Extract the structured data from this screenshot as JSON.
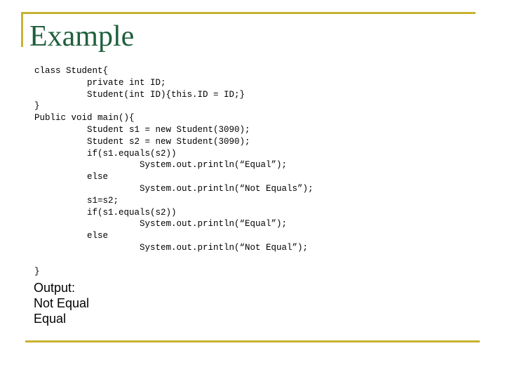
{
  "slide": {
    "title": "Example",
    "accent_color": "#c8b232",
    "title_color": "#1f5f3c",
    "code_lines": [
      "class Student{",
      "          private int ID;",
      "          Student(int ID){this.ID = ID;}",
      "}",
      "Public void main(){",
      "          Student s1 = new Student(3090);",
      "          Student s2 = new Student(3090);",
      "          if(s1.equals(s2))",
      "                    System.out.println(“Equal”);",
      "          else",
      "                    System.out.println(“Not Equals”);",
      "          s1=s2;",
      "          if(s1.equals(s2))",
      "                    System.out.println(“Equal”);",
      "          else",
      "                    System.out.println(“Not Equal”);",
      "",
      "}"
    ],
    "output_lines": [
      "Output:",
      "Not Equal",
      "Equal"
    ]
  }
}
